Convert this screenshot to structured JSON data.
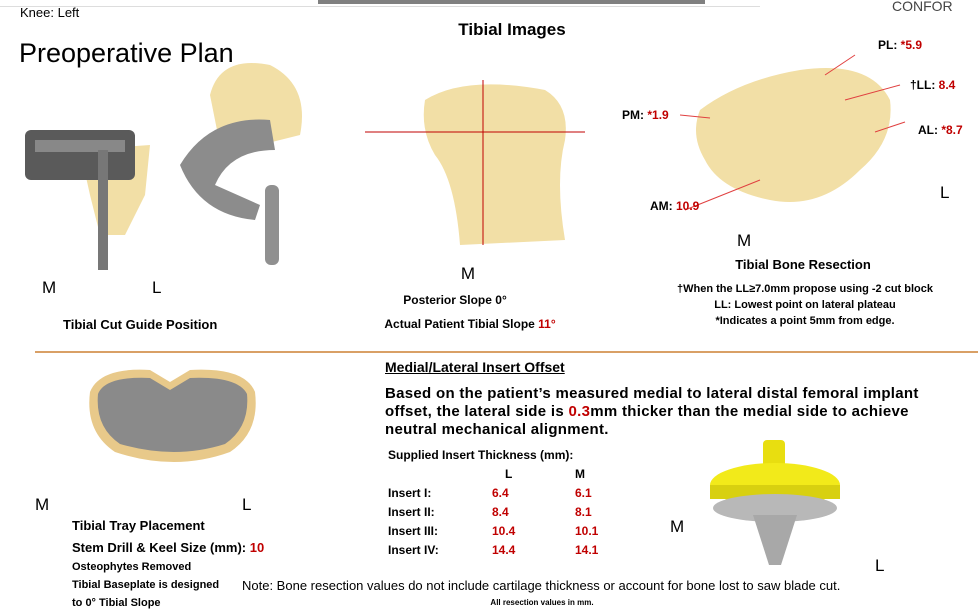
{
  "header": {
    "knee": "Knee: Left",
    "title": "Preoperative Plan",
    "section_title": "Tibial Images",
    "brand_partial": "CONFOR"
  },
  "cut_guide": {
    "m": "M",
    "l": "L",
    "caption": "Tibial Cut Guide Position"
  },
  "slope": {
    "m": "M",
    "posterior_label": "Posterior Slope 0°",
    "actual_label": "Actual Patient Tibial Slope ",
    "actual_value": "11°"
  },
  "resection": {
    "pl_label": "PL: ",
    "pl_value": "*5.9",
    "ll_label": "†LL: ",
    "ll_value": "8.4",
    "al_label": "AL: ",
    "al_value": "*8.7",
    "pm_label": "PM: ",
    "pm_value": "*1.9",
    "am_label": "AM: ",
    "am_value": "10.9",
    "l": "L",
    "m": "M",
    "caption": "Tibial Bone Resection",
    "notes": [
      "†When the LL≥7.0mm propose using -2 cut block",
      "LL: Lowest point on lateral plateau",
      "*Indicates a point 5mm from edge."
    ]
  },
  "tray": {
    "m": "M",
    "l": "L",
    "placement": "Tibial Tray Placement",
    "stem_label": "Stem Drill & Keel Size (mm): ",
    "stem_value": "10",
    "osteophytes": "Osteophytes Removed",
    "baseplate_1": "Tibial Baseplate is designed",
    "baseplate_2": "to 0° Tibial Slope"
  },
  "offset": {
    "heading": "Medial/Lateral Insert Offset",
    "para_1": "Based on the patient’s measured medial to lateral distal femoral implant",
    "para_2a": "offset, the lateral side is ",
    "para_2b": "0.3",
    "para_2c": "mm thicker than the medial side to achieve",
    "para_3": "neutral mechanical alignment.",
    "table_title": "Supplied Insert Thickness (mm):",
    "columns": [
      "L",
      "M"
    ],
    "rows": [
      {
        "label": "Insert I:",
        "l": "6.4",
        "m": "6.1"
      },
      {
        "label": "Insert II:",
        "l": "8.4",
        "m": "8.1"
      },
      {
        "label": "Insert III:",
        "l": "10.4",
        "m": "10.1"
      },
      {
        "label": "Insert IV:",
        "l": "14.4",
        "m": "14.1"
      }
    ],
    "m": "M",
    "l": "L"
  },
  "footer": {
    "note": "Note: Bone resection values do not include cartilage thickness or account for bone lost to saw blade cut.",
    "units": "All resection values in mm."
  },
  "colors": {
    "accent_red": "#c00000",
    "separator": "#d9a066",
    "bone": "#f2dfa6",
    "insert": "#f2ea1a"
  }
}
